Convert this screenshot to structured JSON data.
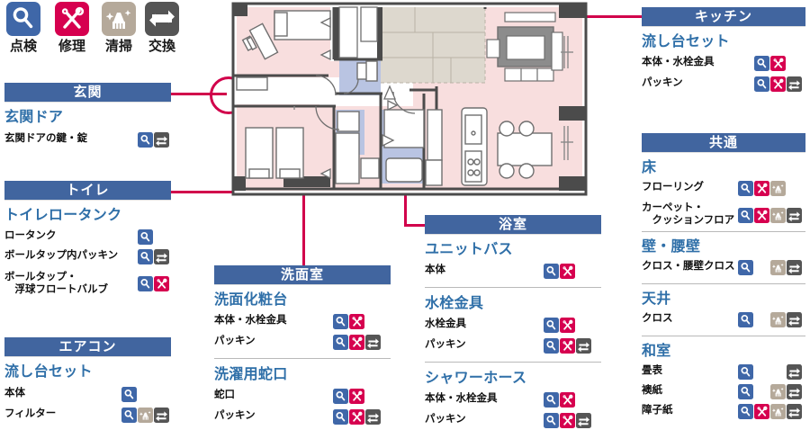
{
  "legend": {
    "items": [
      {
        "label": "点検",
        "icon": "inspect-magnifier-icon",
        "color": "#3f67a8"
      },
      {
        "label": "修理",
        "icon": "repair-tools-icon",
        "color": "#d6004f"
      },
      {
        "label": "清掃",
        "icon": "clean-brush-icon",
        "color": "#b5a99a"
      },
      {
        "label": "交換",
        "icon": "exchange-arrows-icon",
        "color": "#555555"
      }
    ]
  },
  "colors": {
    "inspect": "#3f67a8",
    "repair": "#d6004f",
    "clean": "#b5a99a",
    "exchange": "#555555",
    "header_bar": "#41659f",
    "connector": "#d1004b",
    "group_title": "#2f6fa8"
  },
  "sections": [
    {
      "id": "genkan",
      "title": "玄関",
      "groups": [
        {
          "title": "玄関ドア",
          "rows": [
            {
              "label": "玄関ドアの鍵・錠",
              "icons": [
                "inspect",
                "exchange"
              ]
            }
          ]
        }
      ]
    },
    {
      "id": "toilet",
      "title": "トイレ",
      "groups": [
        {
          "title": "トイレロータンク",
          "rows": [
            {
              "label": "ロータンク",
              "icons": [
                "inspect"
              ]
            },
            {
              "label": "ボールタップ内パッキン",
              "icons": [
                "inspect",
                "exchange"
              ]
            },
            {
              "label": "ボールタップ・\n　浮球フロートバルブ",
              "icons": [
                "inspect",
                "repair"
              ]
            }
          ]
        }
      ]
    },
    {
      "id": "aircon",
      "title": "エアコン",
      "groups": [
        {
          "title": "流し台セット",
          "rows": [
            {
              "label": "本体",
              "icons": [
                "inspect"
              ]
            },
            {
              "label": "フィルター",
              "icons": [
                "inspect",
                "clean",
                "exchange"
              ]
            }
          ]
        }
      ]
    },
    {
      "id": "senmenshitsu",
      "title": "洗面室",
      "groups": [
        {
          "title": "洗面化粧台",
          "rows": [
            {
              "label": "本体・水栓金具",
              "icons": [
                "inspect",
                "repair"
              ]
            },
            {
              "label": "パッキン",
              "icons": [
                "inspect",
                "repair",
                "exchange"
              ]
            }
          ]
        },
        {
          "title": "洗濯用蛇口",
          "rows": [
            {
              "label": "蛇口",
              "icons": [
                "inspect",
                "repair"
              ]
            },
            {
              "label": "パッキン",
              "icons": [
                "inspect",
                "repair",
                "exchange"
              ]
            }
          ]
        }
      ]
    },
    {
      "id": "yokushitsu",
      "title": "浴室",
      "groups": [
        {
          "title": "ユニットバス",
          "rows": [
            {
              "label": "本体",
              "icons": [
                "inspect",
                "repair"
              ]
            }
          ]
        },
        {
          "title": "水栓金具",
          "rows": [
            {
              "label": "水栓金具",
              "icons": [
                "inspect",
                "repair"
              ]
            },
            {
              "label": "パッキン",
              "icons": [
                "inspect",
                "repair",
                "exchange"
              ]
            }
          ]
        },
        {
          "title": "シャワーホース",
          "rows": [
            {
              "label": "本体・水栓金具",
              "icons": [
                "inspect",
                "repair"
              ]
            },
            {
              "label": "パッキン",
              "icons": [
                "inspect",
                "repair",
                "exchange"
              ]
            }
          ]
        }
      ]
    },
    {
      "id": "kitchen",
      "title": "キッチン",
      "groups": [
        {
          "title": "流し台セット",
          "rows": [
            {
              "label": "本体・水栓金具",
              "icons": [
                "inspect",
                "repair"
              ]
            },
            {
              "label": "パッキン",
              "icons": [
                "inspect",
                "repair",
                "exchange"
              ]
            }
          ]
        }
      ]
    },
    {
      "id": "kyotsu",
      "title": "共通",
      "groups": [
        {
          "title": "床",
          "rows": [
            {
              "label": "フローリング",
              "icons": [
                "inspect",
                "repair",
                "clean"
              ]
            },
            {
              "label": "カーペット・\n　クッションフロア",
              "icons": [
                "inspect",
                "repair",
                "clean",
                "exchange"
              ]
            }
          ]
        },
        {
          "title": "壁・腰壁",
          "rows": [
            {
              "label": "クロス・腰壁クロス",
              "icons": [
                "inspect",
                "gap",
                "clean",
                "exchange"
              ]
            }
          ]
        },
        {
          "title": "天井",
          "rows": [
            {
              "label": "クロス",
              "icons": [
                "inspect",
                "gap",
                "clean",
                "exchange"
              ]
            }
          ]
        },
        {
          "title": "和室",
          "rows": [
            {
              "label": "畳表",
              "icons": [
                "inspect",
                "gap",
                "gap",
                "exchange"
              ]
            },
            {
              "label": "襖紙",
              "icons": [
                "inspect",
                "gap",
                "clean",
                "exchange"
              ]
            },
            {
              "label": "障子紙",
              "icons": [
                "inspect",
                "repair",
                "clean",
                "exchange"
              ]
            }
          ]
        }
      ]
    }
  ],
  "floorplan": {
    "name": "apartment-floor-plan",
    "callouts": [
      "玄関ドア",
      "トイレ",
      "洗面室",
      "浴室",
      "キッチン"
    ]
  }
}
